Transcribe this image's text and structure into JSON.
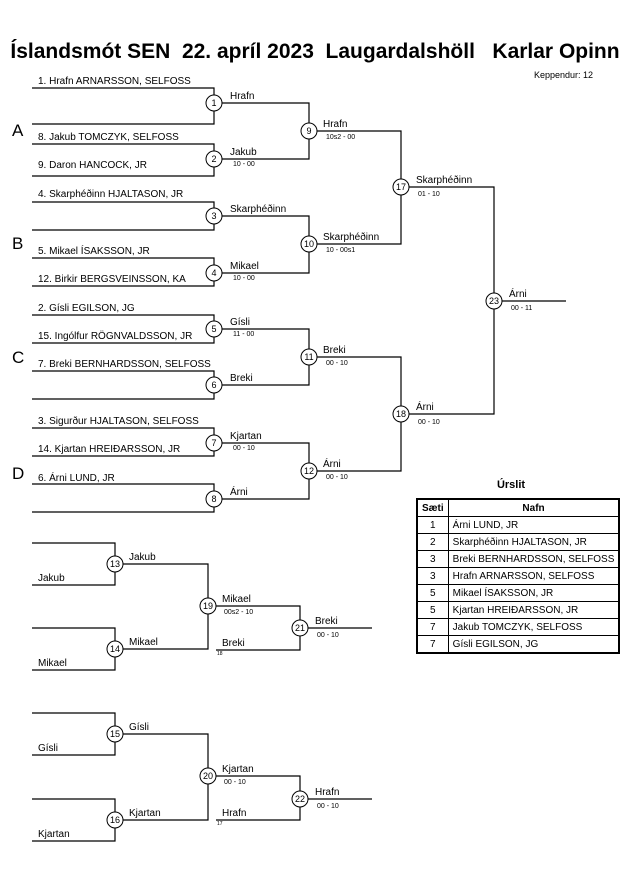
{
  "header": {
    "title": "Íslandsmót SEN  22. apríl 2023  Laugardalshöll   Karlar Opinn",
    "competitors": "Keppendur: 12"
  },
  "groups": [
    "A",
    "B",
    "C",
    "D"
  ],
  "entrants": [
    "1. Hrafn ARNARSSON, SELFOSS",
    "8. Jakub TOMCZYK, SELFOSS",
    "9. Daron HANCOCK, JR",
    "4. Skarphéðinn HJALTASON, JR",
    "5. Mikael ÍSAKSSON, JR",
    "12. Birkir BERGSVEINSSON, KA",
    "2. Gísli EGILSON, JG",
    "15. Ingólfur RÖGNVALDSSON, JR",
    "7. Breki BERNHARDSSON, SELFOSS",
    "3. Sigurður HJALTASON, SELFOSS",
    "14. Kjartan HREIÐARSSON, JR",
    "6. Árni LUND, JR"
  ],
  "matches": [
    {
      "n": "1",
      "winner": "Hrafn",
      "score": ""
    },
    {
      "n": "2",
      "winner": "Jakub",
      "score": "10 - 00"
    },
    {
      "n": "3",
      "winner": "Skarphéðinn",
      "score": ""
    },
    {
      "n": "4",
      "winner": "Mikael",
      "score": "10 - 00"
    },
    {
      "n": "5",
      "winner": "Gísli",
      "score": "11 - 00"
    },
    {
      "n": "6",
      "winner": "Breki",
      "score": ""
    },
    {
      "n": "7",
      "winner": "Kjartan",
      "score": "00 - 10"
    },
    {
      "n": "8",
      "winner": "Árni",
      "score": ""
    },
    {
      "n": "9",
      "winner": "Hrafn",
      "score": "10s2 - 00"
    },
    {
      "n": "10",
      "winner": "Skarphéðinn",
      "score": "10 - 00s1"
    },
    {
      "n": "11",
      "winner": "Breki",
      "score": "00 - 10"
    },
    {
      "n": "12",
      "winner": "Árni",
      "score": "00 - 10"
    },
    {
      "n": "17",
      "winner": "Skarphéðinn",
      "score": "01 - 10"
    },
    {
      "n": "18",
      "winner": "Árni",
      "score": "00 - 10"
    },
    {
      "n": "23",
      "winner": "Árni",
      "score": "00 - 11"
    }
  ],
  "repechage": [
    {
      "entrants": [
        "Jakub",
        "Mikael"
      ],
      "m1": {
        "n": "13",
        "winner": "Jakub"
      },
      "m2": {
        "n": "14",
        "winner": "Mikael"
      },
      "m3": {
        "n": "19",
        "winner": "Mikael",
        "score": "00s2 - 10"
      },
      "loser_in": "Breki",
      "loser_ref": "18",
      "final": {
        "n": "21",
        "winner": "Breki",
        "score": "00 - 10"
      }
    },
    {
      "entrants": [
        "Gísli",
        "Kjartan"
      ],
      "m1": {
        "n": "15",
        "winner": "Gísli"
      },
      "m2": {
        "n": "16",
        "winner": "Kjartan"
      },
      "m3": {
        "n": "20",
        "winner": "Kjartan",
        "score": "00 - 10"
      },
      "loser_in": "Hrafn",
      "loser_ref": "17",
      "final": {
        "n": "22",
        "winner": "Hrafn",
        "score": "00 - 10"
      }
    }
  ],
  "results": {
    "title": "Úrslit",
    "columns": [
      "Sæti",
      "Nafn"
    ],
    "rows": [
      {
        "place": "1",
        "name": "Árni LUND, JR"
      },
      {
        "place": "2",
        "name": "Skarphéðinn HJALTASON, JR"
      },
      {
        "place": "3",
        "name": "Breki BERNHARDSSON, SELFOSS"
      },
      {
        "place": "3",
        "name": "Hrafn ARNARSSON, SELFOSS"
      },
      {
        "place": "5",
        "name": "Mikael ÍSAKSSON, JR"
      },
      {
        "place": "5",
        "name": "Kjartan HREIÐARSSON, JR"
      },
      {
        "place": "7",
        "name": "Jakub TOMCZYK, SELFOSS"
      },
      {
        "place": "7",
        "name": "Gísli EGILSON, JG"
      }
    ]
  }
}
